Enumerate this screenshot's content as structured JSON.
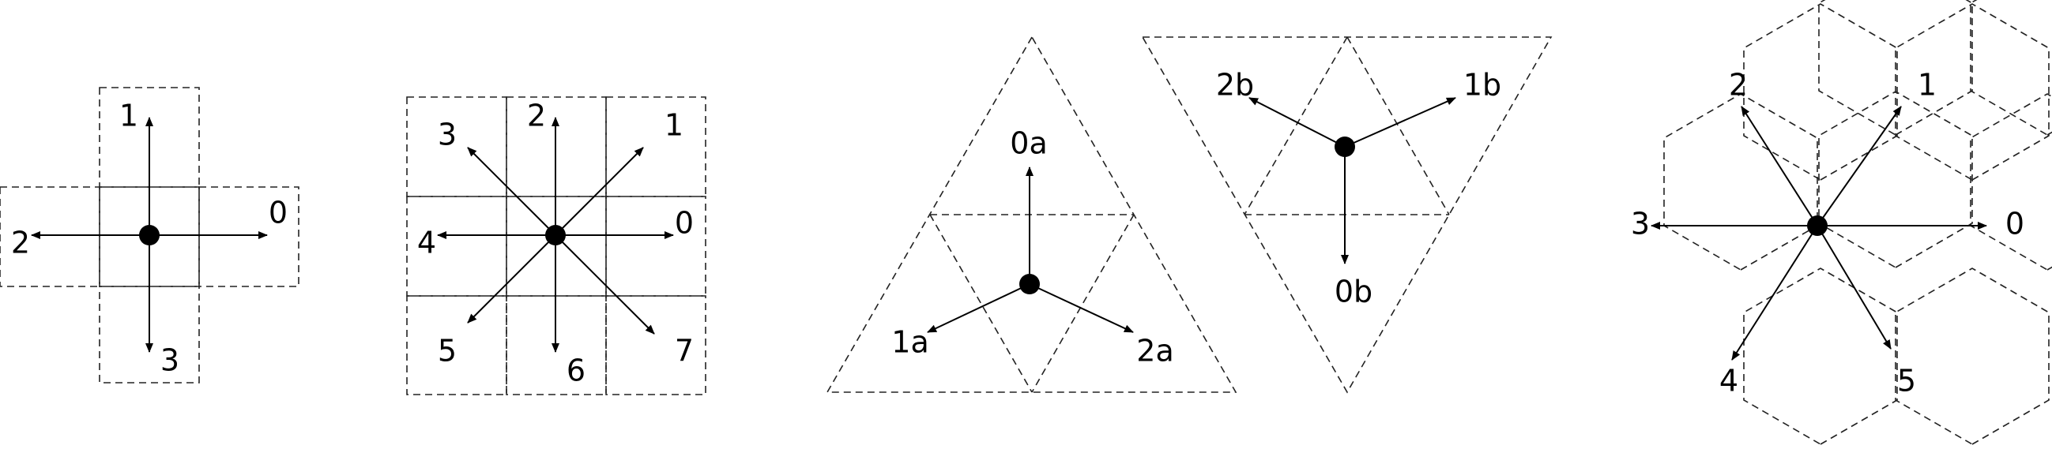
{
  "background": "#ffffff",
  "stroke_color": "#000000",
  "panels": [
    {
      "id": "square-4",
      "labels": [
        "0",
        "1",
        "2",
        "3"
      ]
    },
    {
      "id": "square-8",
      "labels": [
        "0",
        "1",
        "2",
        "3",
        "4",
        "5",
        "6",
        "7"
      ]
    },
    {
      "id": "triangle-up",
      "labels": [
        "0a",
        "1a",
        "2a"
      ]
    },
    {
      "id": "triangle-down",
      "labels": [
        "0b",
        "1b",
        "2b"
      ]
    },
    {
      "id": "hexagon-6",
      "labels": [
        "0",
        "1",
        "2",
        "3",
        "4",
        "5"
      ]
    }
  ]
}
